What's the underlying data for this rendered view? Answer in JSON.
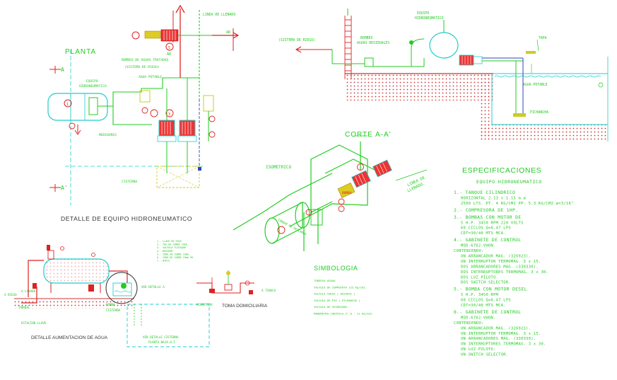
{
  "palette": {
    "green": "#22cc22",
    "red": "#dd2222",
    "cyan": "#22cccc",
    "hatch": "#cc3333",
    "blue": "#3344bb",
    "magenta": "#cc33cc",
    "yellow": "#cccc22",
    "text_dark": "#333333"
  },
  "top_left": {
    "title": "PLANTA",
    "linea_llenado": "LINEA DE LLENADO",
    "ar": "AR",
    "ar_right": "AR",
    "bombeo": "BOMBEO DE AGUAS TRATADAS",
    "sistema_riego": "(SISTEMA DE RIEGO)",
    "agua_potable": "AGUA POTABLE",
    "equipo": "EQUIPO",
    "hidroneumatico": "HIDRONEUMATICO",
    "medidores": "MEDIDORES",
    "cisterna": "CISTERNA",
    "label_a": "A",
    "label_a2": "A'",
    "bubbles": [
      "1",
      "2",
      "3",
      "5",
      "6"
    ]
  },
  "top_right": {
    "sistema_riego": "(SISTEMA DE RIEGO)",
    "bombeo": "BOMBEO",
    "aguas_residuales": "AGUAS RESIDUALES",
    "equipo": "EQUIPO",
    "hidroneumatico": "HIDRONEUMATICO",
    "tapa": "TAPA",
    "agua_potable": "AGUA POTABLE",
    "pichancha": "PICHANCHA"
  },
  "middle": {
    "corte_title": "CORTE A-A'",
    "isometrico": "ISOMETRICO",
    "linea_llenado": "LINEA DE",
    "linea_llenado2": "LLENADO.",
    "bomba": "BOMBA",
    "bomba_sumergible": "TANQUE DE DESCARGA"
  },
  "detalle_equipo": "DETALLE DE EQUIPO HIDRONEUMATICO",
  "detalle_alimentacion": "DETALLE AUMENTACION DE AGUA",
  "toma_domiciliaria": "TOMA DOMICILIARIA",
  "simbologia": {
    "title": "SIMBOLOGIA",
    "items": [
      "TUBERIA USADA",
      "VALVULA DE COMPUERTA 125 Kg/Cm2.",
      "VALVULA CHECK ( RESORTE )",
      "VALVULA DE PIE ( PICHANCHA )",
      "VALVULA DE SEGURIDAD.",
      "MANOMETRO CARATULA 2\" 0 - 11 Kg/Cm2."
    ]
  },
  "small_legend": [
    "1.- LLAVE DE PASO",
    "2.- TEE DE COBRE 19mm",
    "3.- VALVULA FLOTADOR",
    "4.- MEDIDOR",
    "5.- CODO 90 COBRE 19mm",
    "6.- CODO DE COBRE 19mm 90",
    "7.- NIPLE"
  ],
  "bottom_left_labels": {
    "a_riego": "A RIEGO",
    "a_lavabo": "A LAVABO",
    "tanque": "TANQUE",
    "bomba": "BOMBA",
    "cisterna": "CISTERNA",
    "estacion": "ESTACION LLAVE",
    "ver_detalle": "VER DETALLE A",
    "ver_detalle_cisterna": "VER DETALLE CISTERNA",
    "planta_baja": "PLANTA BAJA H.I",
    "acometida": "ACOMETIDA",
    "a_tinaco": "A TINACO"
  },
  "especificaciones": {
    "title": "ESPECIFICACIONES",
    "subtitle": "EQUIPO HIDRONEUMATICO",
    "lines": [
      {
        "text": "1.- TANQUE CILINDRICO",
        "indent": 0
      },
      {
        "text": "HORIZONTAL 2.13 x 1.15 m ø",
        "indent": 1
      },
      {
        "text": "2500 LTS. PT. 4 KG/CM2 PP. 5.3 KG/CM2 ø=3/16\"",
        "indent": 1
      },
      {
        "text": "2.- COMPRESORA DE 1HP.",
        "indent": 0
      },
      {
        "text": "3.- BOMBAS CON MOTOR DE",
        "indent": 0
      },
      {
        "text": "5 H.P. 3450 RPM 220 VOLTS",
        "indent": 1
      },
      {
        "text": "60 CICLOS Q=6.47 LPS",
        "indent": 1
      },
      {
        "text": "CDT=30/40 MTS MCA.",
        "indent": 1
      },
      {
        "text": "4.- GABINETE DE CONTROL",
        "indent": 0
      },
      {
        "text": "MOD.6702-VHON.",
        "indent": 1
      },
      {
        "text": "CONTENIENDO:",
        "indent": 0
      },
      {
        "text": "UN ARRANCADOR MAG. (326923).",
        "indent": 1
      },
      {
        "text": "UN INTERRUPTOR TERMOMAG. 3 x 15.",
        "indent": 1
      },
      {
        "text": "DOS ARRANCADORES MAG. (330330).",
        "indent": 1
      },
      {
        "text": "DOS INTERRUPTORES TERMOMAG. 3 x 30.",
        "indent": 1
      },
      {
        "text": "DOS LUZ PILOTO.",
        "indent": 1
      },
      {
        "text": "DOS SWITCH SELECTOR.",
        "indent": 1
      },
      {
        "text": "5.- BOMBA CON MOTOR DESEL",
        "indent": 0
      },
      {
        "text": "5 H.P. 3450 RPM",
        "indent": 1
      },
      {
        "text": "60 CICLOS Q=6.47 LPS",
        "indent": 1
      },
      {
        "text": "CDT=30/40 MTS MCA.",
        "indent": 1
      },
      {
        "text": "6.- GABINETE DE CONTROL",
        "indent": 0
      },
      {
        "text": "MOD.6702-VHON.",
        "indent": 1
      },
      {
        "text": "CONTENIENDO:",
        "indent": 0
      },
      {
        "text": "UN ARRANCADOR MAG. (326923).",
        "indent": 1
      },
      {
        "text": "UN INTERRUPTOR TERMOMAG. 3 x 15.",
        "indent": 1
      },
      {
        "text": "UN ARRANCADORES MAG. (330330).",
        "indent": 1
      },
      {
        "text": "UN INTERRUPTORES TERMOMAG. 3 x 30.",
        "indent": 1
      },
      {
        "text": "UN LUZ PILOTO.",
        "indent": 1
      },
      {
        "text": "UN SWITCH SELECTOR.",
        "indent": 1
      }
    ]
  }
}
